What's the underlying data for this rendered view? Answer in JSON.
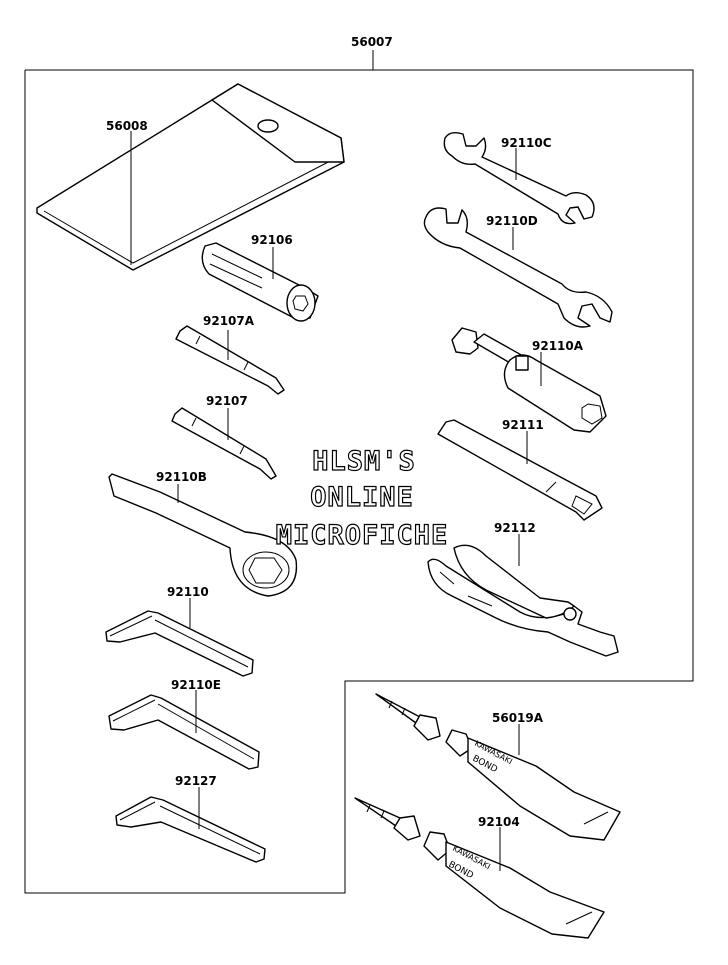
{
  "kit": {
    "number": "56007"
  },
  "parts": {
    "p56008": "56008",
    "p92106": "92106",
    "p92107A": "92107A",
    "p92107": "92107",
    "p92110B": "92110B",
    "p92110": "92110",
    "p92110E": "92110E",
    "p92127": "92127",
    "p92110C": "92110C",
    "p92110D": "92110D",
    "p92110A": "92110A",
    "p92111": "92111",
    "p92112": "92112",
    "p56019A": "56019A",
    "p92104": "92104"
  },
  "tube_print": {
    "line1": "KAWASAKI",
    "line2": "BOND"
  },
  "watermark": {
    "line1": "HLSM'S",
    "line2": "ONLINE",
    "line3": "MICROFICHE"
  }
}
